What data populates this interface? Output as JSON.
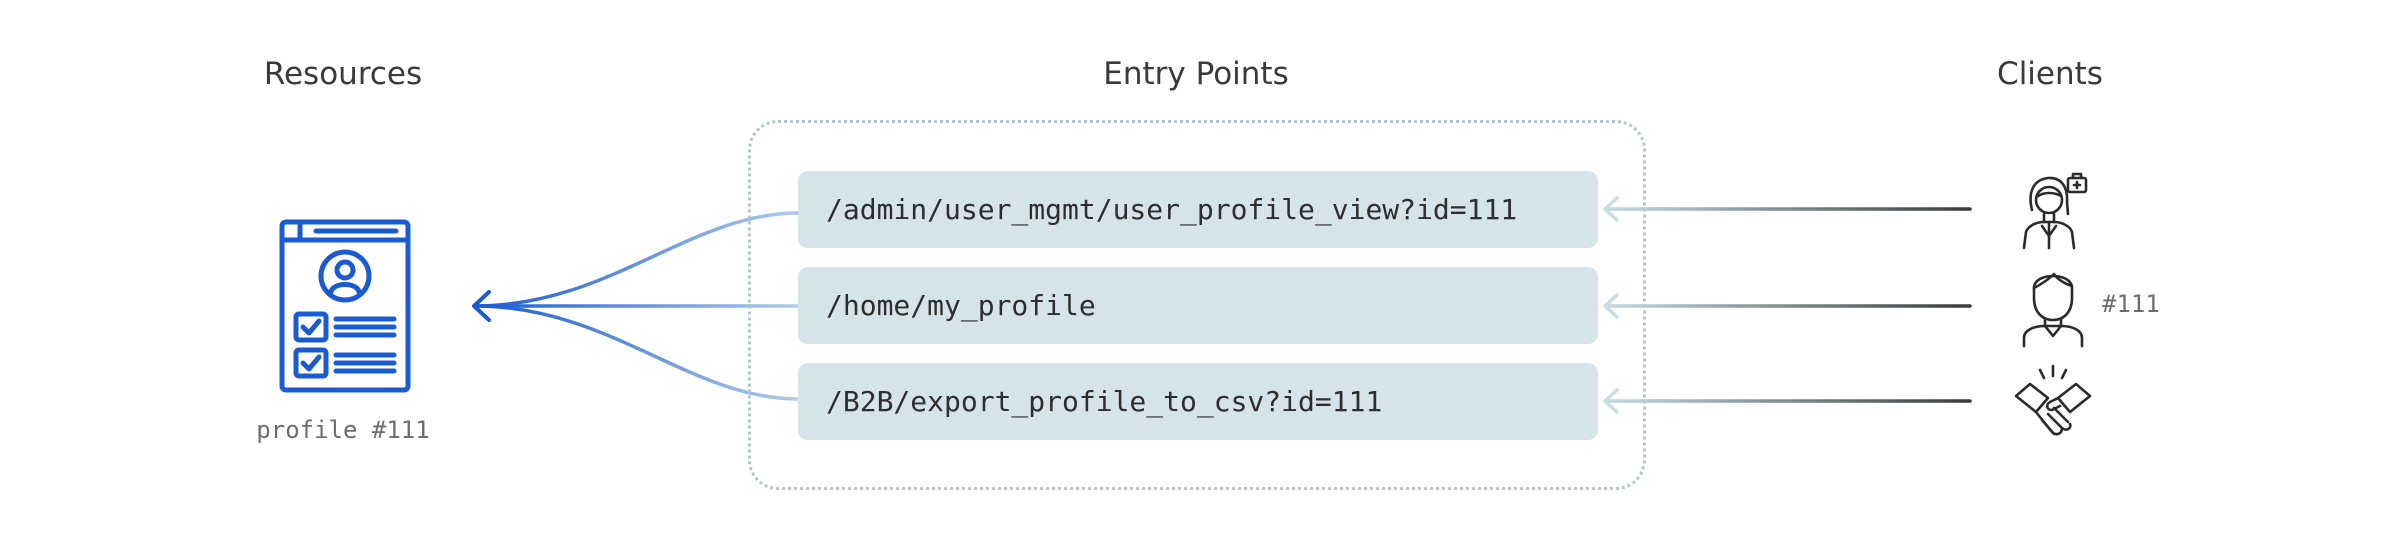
{
  "columns": {
    "resources": "Resources",
    "entry_points": "Entry Points",
    "clients": "Clients"
  },
  "resource": {
    "caption": "profile #111",
    "icon": "profile-document-icon"
  },
  "entry_points": [
    "/admin/user_mgmt/user_profile_view?id=111",
    "/home/my_profile",
    "/B2B/export_profile_to_csv?id=111"
  ],
  "clients": [
    {
      "icon": "admin-woman-icon",
      "tag": ""
    },
    {
      "icon": "user-man-icon",
      "tag": "#111"
    },
    {
      "icon": "handshake-icon",
      "tag": ""
    }
  ],
  "colors": {
    "resource_blue": "#1a5bd1",
    "endpoint_fill": "#d5e4e9",
    "frame_dots": "#b4c5cc",
    "client_line": "#3a3a3a"
  }
}
